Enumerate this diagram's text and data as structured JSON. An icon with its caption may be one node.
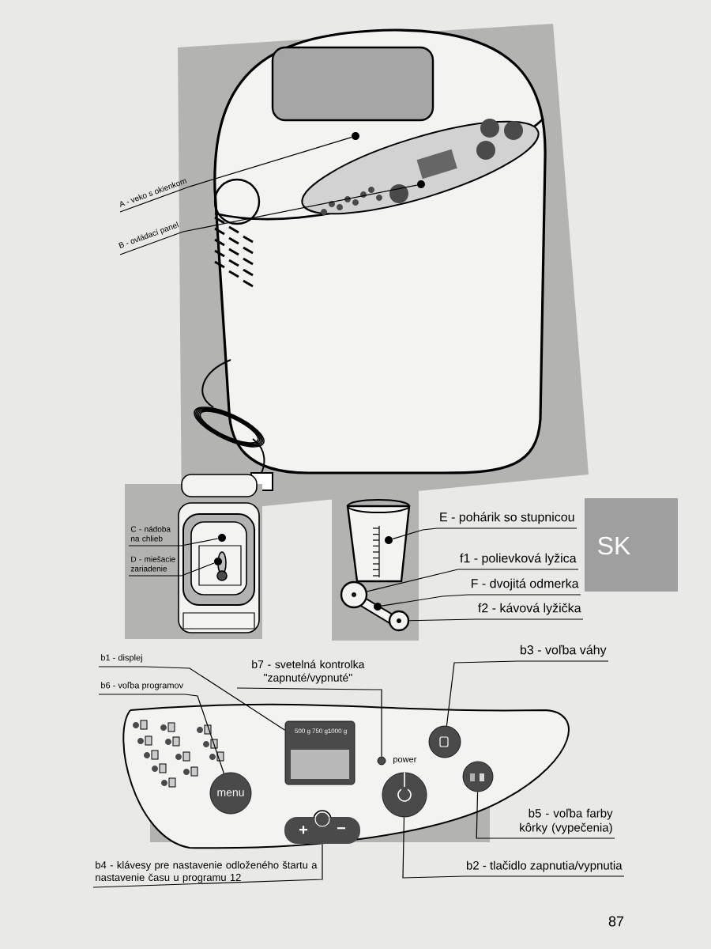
{
  "diagram": {
    "nodes": [
      {
        "text": [
          "A - veko s okienkom"
        ]
      },
      {
        "text": [],
        "shape": "circle"
      },
      {
        "text": [
          "B - ovládací panel"
        ]
      },
      {
        "text": [],
        "shape": "circle"
      },
      {
        "text": [
          "C - nádoba na chlieb"
        ]
      },
      {
        "text": [],
        "shape": "circle"
      },
      {
        "text": [
          "D - miešacie zariadenie"
        ]
      },
      {
        "text": [],
        "shape": "circle"
      },
      {
        "text": [
          "E - pohárik so stupnicou"
        ]
      },
      {
        "text": [],
        "shape": "circle"
      },
      {
        "text": [
          "f1 - polievková lyžica"
        ]
      },
      {
        "text": [],
        "shape": "circle"
      },
      {
        "text": [
          "F - dvojitá odmerka"
        ]
      },
      {
        "text": [],
        "shape": "circle"
      },
      {
        "text": [
          "f2 - kávová lyžička"
        ]
      },
      {
        "text": [],
        "shape": "circle"
      },
      {
        "text": [
          "b1 - displej"
        ]
      },
      {
        "text": [
          "500 g",
          "750 g",
          "1000 g"
        ]
      },
      {
        "text": [
          "b6 - voľba programov"
        ]
      },
      {
        "text": [
          "menu"
        ]
      },
      {
        "text": [
          "b7 - svetelná kontrolka \"zapnuté/vypnuté\""
        ]
      },
      {
        "text": [],
        "shape": "circle",
        "beside": [
          "power"
        ]
      },
      {
        "text": [
          "b3 - voľba váhy"
        ]
      },
      {
        "text": [],
        "shape": "circle"
      },
      {
        "text": [
          "b5 - voľba farby kôrky (vypečenia)"
        ]
      },
      {
        "text": [],
        "shape": "circle"
      },
      {
        "text": [
          "b2 - tlačidlo zapnutia/vypnutia"
        ]
      },
      {
        "text": [],
        "shape": "circle"
      },
      {
        "text": [
          "b4 - klávesy pre nastavenie odloženého štartu a nastavenie času u programu 12"
        ]
      },
      {
        "text": [
          "+",
          "−"
        ]
      }
    ],
    "edges": [
      {
        "from": 0,
        "to": 1,
        "arrow": "none"
      },
      {
        "from": 2,
        "to": 3,
        "arrow": "none"
      },
      {
        "from": 4,
        "to": 5,
        "arrow": "none"
      },
      {
        "from": 6,
        "to": 7,
        "arrow": "none"
      },
      {
        "from": 8,
        "to": 9,
        "arrow": "none"
      },
      {
        "from": 10,
        "to": 11,
        "arrow": "none"
      },
      {
        "from": 12,
        "to": 13,
        "arrow": "none"
      },
      {
        "from": 14,
        "to": 15,
        "arrow": "none"
      },
      {
        "from": 16,
        "to": 17,
        "arrow": "none"
      },
      {
        "from": 18,
        "to": 19,
        "arrow": "none"
      },
      {
        "from": 20,
        "to": 21,
        "arrow": "none"
      },
      {
        "from": 22,
        "to": 23,
        "arrow": "none"
      },
      {
        "from": 24,
        "to": 25,
        "arrow": "none"
      },
      {
        "from": 26,
        "to": 27,
        "arrow": "none"
      },
      {
        "from": 28,
        "to": 29,
        "arrow": "none"
      }
    ],
    "labels": [
      "SK",
      "87"
    ]
  }
}
